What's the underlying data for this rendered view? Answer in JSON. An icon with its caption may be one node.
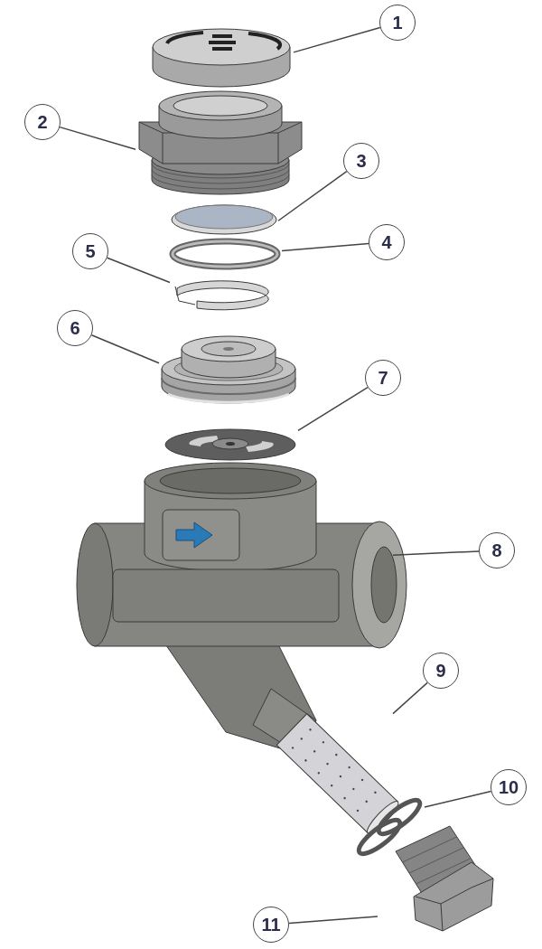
{
  "diagram": {
    "nodes": [
      {
        "text": [
          "1"
        ]
      },
      {
        "text": [
          "2"
        ]
      },
      {
        "text": [
          "3"
        ]
      },
      {
        "text": [
          "4"
        ]
      },
      {
        "text": [
          "5"
        ]
      },
      {
        "text": [
          "6"
        ]
      },
      {
        "text": [
          "7"
        ]
      },
      {
        "text": [
          "8"
        ]
      },
      {
        "text": [
          "9"
        ]
      },
      {
        "text": [
          "10"
        ]
      },
      {
        "text": [
          "11"
        ]
      },
      {
        "text": [],
        "shape": "picture"
      },
      {
        "text": [],
        "shape": "picture"
      },
      {
        "text": [],
        "shape": "picture"
      },
      {
        "text": [],
        "shape": "ring"
      },
      {
        "text": [],
        "shape": "picture"
      },
      {
        "text": [],
        "shape": "picture"
      },
      {
        "text": [],
        "shape": "picture"
      },
      {
        "text": [],
        "shape": "picture"
      },
      {
        "text": [],
        "shape": "picture"
      },
      {
        "text": [],
        "shape": "picture"
      },
      {
        "text": [],
        "shape": "picture"
      }
    ],
    "edges": [
      {
        "from": 0,
        "to": 11,
        "arrow": "none"
      },
      {
        "from": 1,
        "to": 12,
        "arrow": "none"
      },
      {
        "from": 2,
        "to": 13,
        "arrow": "none"
      },
      {
        "from": 3,
        "to": 14,
        "arrow": "none"
      },
      {
        "from": 4,
        "to": 15,
        "arrow": "none"
      },
      {
        "from": 5,
        "to": 16,
        "arrow": "none"
      },
      {
        "from": 6,
        "to": 17,
        "arrow": "none"
      },
      {
        "from": 7,
        "to": 18,
        "arrow": "none"
      },
      {
        "from": 8,
        "to": 19,
        "arrow": "none"
      },
      {
        "from": 9,
        "to": 20,
        "arrow": "none"
      },
      {
        "from": 10,
        "to": 21,
        "arrow": "none"
      }
    ]
  }
}
